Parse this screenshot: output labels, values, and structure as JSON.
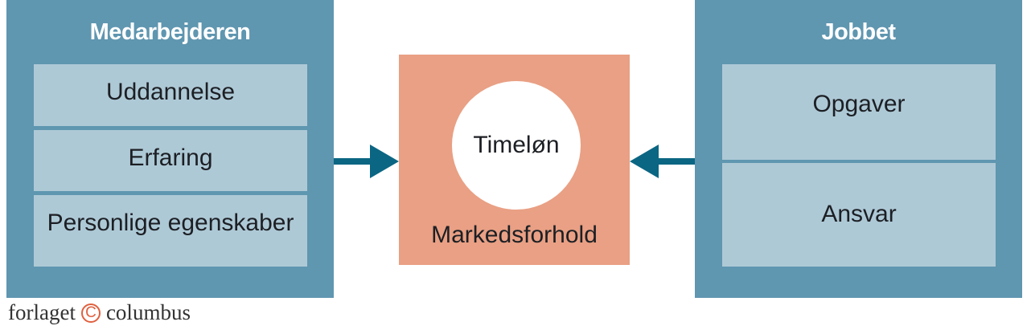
{
  "diagram": {
    "left_panel": {
      "title": "Medarbejderen",
      "items": [
        "Uddannelse",
        "Erfaring",
        "Personlige egenskaber"
      ]
    },
    "center": {
      "circle_label": "Timeløn",
      "box_label": "Markedsforhold"
    },
    "right_panel": {
      "title": "Jobbet",
      "items": [
        "Opgaver",
        "Ansvar"
      ]
    },
    "arrows": [
      {
        "from": "Medarbejderen",
        "to": "Markedsforhold",
        "direction": "right"
      },
      {
        "from": "Jobbet",
        "to": "Markedsforhold",
        "direction": "left"
      }
    ]
  },
  "logo": {
    "left_text": "forlaget",
    "symbol": "C",
    "right_text": "columbus"
  },
  "colors": {
    "panel": "#5f96b0",
    "inner_box": "#aec9d6",
    "center_box": "#e9a084",
    "arrow": "#0b6683",
    "logo_symbol": "#e0603f"
  }
}
